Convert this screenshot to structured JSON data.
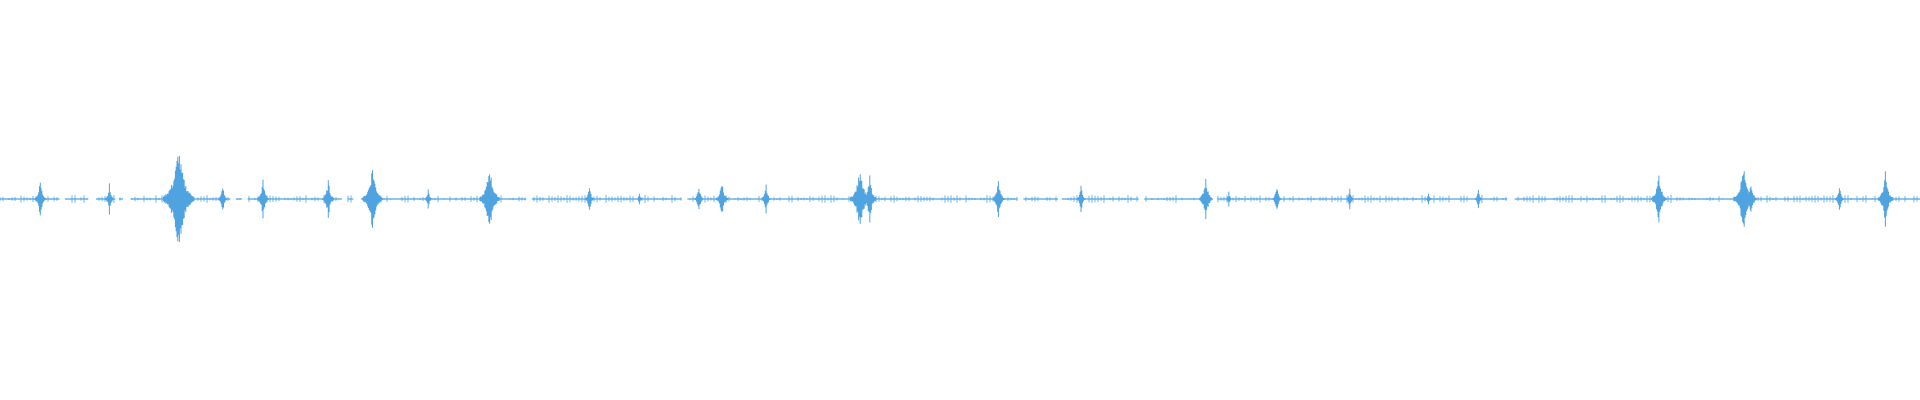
{
  "waveform": {
    "color": "#4fa3e0",
    "background": "#ffffff",
    "baseline_amplitude": 0.02,
    "bursts": [
      {
        "t": 0.021,
        "a": 0.1
      },
      {
        "t": 0.057,
        "a": 0.08
      },
      {
        "t": 0.093,
        "a": 0.28
      },
      {
        "t": 0.116,
        "a": 0.08
      },
      {
        "t": 0.137,
        "a": 0.1
      },
      {
        "t": 0.171,
        "a": 0.1
      },
      {
        "t": 0.194,
        "a": 0.18
      },
      {
        "t": 0.223,
        "a": 0.06
      },
      {
        "t": 0.255,
        "a": 0.18
      },
      {
        "t": 0.307,
        "a": 0.08
      },
      {
        "t": 0.333,
        "a": 0.04
      },
      {
        "t": 0.364,
        "a": 0.08
      },
      {
        "t": 0.376,
        "a": 0.1
      },
      {
        "t": 0.399,
        "a": 0.08
      },
      {
        "t": 0.448,
        "a": 0.18
      },
      {
        "t": 0.453,
        "a": 0.12
      },
      {
        "t": 0.52,
        "a": 0.1
      },
      {
        "t": 0.563,
        "a": 0.08
      },
      {
        "t": 0.628,
        "a": 0.12
      },
      {
        "t": 0.64,
        "a": 0.04
      },
      {
        "t": 0.665,
        "a": 0.08
      },
      {
        "t": 0.703,
        "a": 0.06
      },
      {
        "t": 0.744,
        "a": 0.04
      },
      {
        "t": 0.77,
        "a": 0.06
      },
      {
        "t": 0.864,
        "a": 0.14
      },
      {
        "t": 0.908,
        "a": 0.18
      },
      {
        "t": 0.912,
        "a": 0.1
      },
      {
        "t": 0.958,
        "a": 0.08
      },
      {
        "t": 0.982,
        "a": 0.14
      }
    ],
    "gaps": [
      [
        0.031,
        0.034
      ],
      [
        0.046,
        0.05
      ],
      [
        0.06,
        0.062
      ],
      [
        0.064,
        0.068
      ],
      [
        0.12,
        0.123
      ],
      [
        0.126,
        0.129
      ],
      [
        0.178,
        0.181
      ],
      [
        0.184,
        0.188
      ],
      [
        0.274,
        0.277
      ],
      [
        0.355,
        0.358
      ],
      [
        0.53,
        0.533
      ],
      [
        0.551,
        0.553
      ],
      [
        0.593,
        0.596
      ],
      [
        0.631,
        0.634
      ],
      [
        0.785,
        0.789
      ]
    ]
  }
}
